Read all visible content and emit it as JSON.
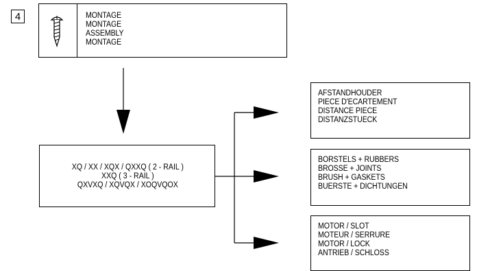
{
  "step": {
    "number": "4"
  },
  "assembly": {
    "icon": "screw-icon",
    "lines": [
      "MONTAGE",
      "MONTAGE",
      "ASSEMBLY",
      "MONTAGE"
    ]
  },
  "rail_box": {
    "lines": [
      "XQ / XX / XQX / QXXQ ( 2 - RAIL )",
      "XXQ ( 3 - RAIL )",
      "QXVXQ / XQVQX / XOQVQOX"
    ]
  },
  "options": [
    {
      "lines": [
        "AFSTANDHOUDER",
        "PIECE D'ECARTEMENT",
        "DISTANCE PIECE",
        "DISTANZSTUECK"
      ]
    },
    {
      "lines": [
        "BORSTELS + RUBBERS",
        "BROSSE + JOINTS",
        "BRUSH + GASKETS",
        "BUERSTE + DICHTUNGEN"
      ]
    },
    {
      "lines": [
        "MOTOR / SLOT",
        "MOTEUR / SERRURE",
        "MOTOR / LOCK",
        "ANTRIEB / SCHLOSS"
      ]
    }
  ]
}
